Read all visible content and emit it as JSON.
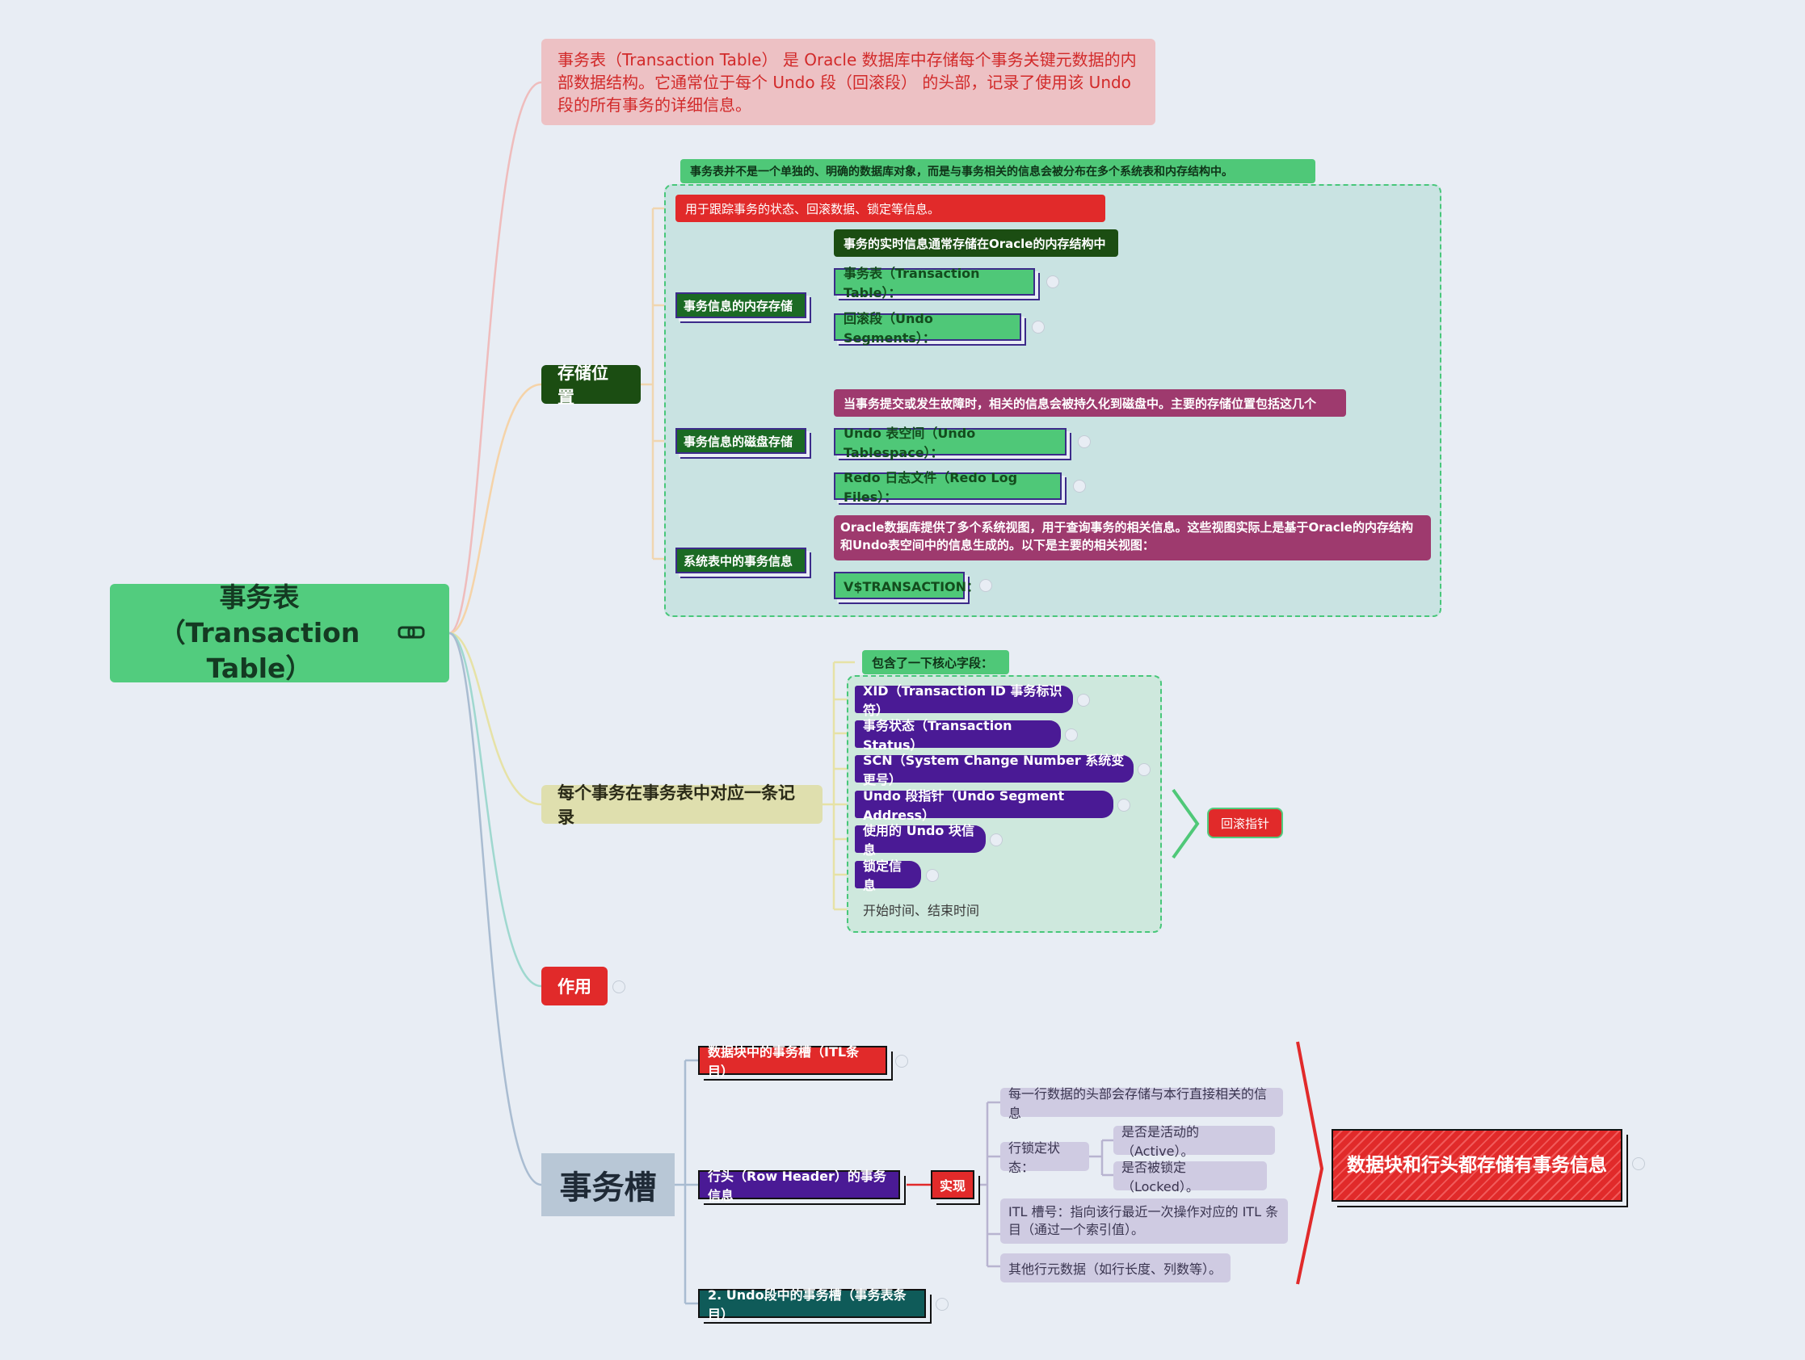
{
  "central": {
    "title": "事务表（Transaction Table）"
  },
  "intro": {
    "text": "事务表（Transaction Table） 是 Oracle 数据库中存储每个事务关键元数据的内部数据结构。它通常位于每个 Undo 段（回滚段） 的头部，记录了使用该 Undo 段的所有事务的详细信息。"
  },
  "storage": {
    "label": "存储位置",
    "note": "事务表并不是一个单独的、明确的数据库对象，而是与事务相关的信息会被分布在多个系统表和内存结构中。",
    "purpose": "用于跟踪事务的状态、回滚数据、锁定等信息。",
    "memory": {
      "label": "事务信息的内存存储",
      "desc": "事务的实时信息通常存储在Oracle的内存结构中",
      "items": [
        "事务表（Transaction Table）：",
        "回滚段（Undo Segments）："
      ]
    },
    "disk": {
      "label": "事务信息的磁盘存储",
      "desc": "当事务提交或发生故障时，相关的信息会被持久化到磁盘中。主要的存储位置包括这几个",
      "items": [
        "Undo 表空间（Undo Tablespace）：",
        "Redo 日志文件（Redo Log Files）："
      ]
    },
    "system": {
      "label": "系统表中的事务信息",
      "desc": "Oracle数据库提供了多个系统视图，用于查询事务的相关信息。这些视图实际上是基于Oracle的内存结构和Undo表空间中的信息生成的。以下是主要的相关视图：",
      "items": [
        "V$TRANSACTION："
      ]
    }
  },
  "record": {
    "label": "每个事务在事务表中对应一条记录",
    "note": "包含了一下核心字段：",
    "fields": [
      "XID（Transaction ID 事务标识符）",
      "事务状态（Transaction Status）",
      "SCN（System Change Number 系统变更号）",
      "Undo 段指针（Undo Segment Address）",
      "使用的 Undo 块信息",
      "锁定信息"
    ],
    "plain_field": "开始时间、结束时间",
    "summary": "回滚指针"
  },
  "role": {
    "label": "作用"
  },
  "slots": {
    "label": "事务槽",
    "itl": "数据块中的事务槽（ITL条目）",
    "row_header": "行头（Row Header）的事务信息",
    "impl": "实现",
    "undo": "2. Undo段中的事务槽（事务表条目）",
    "details": {
      "row_info": "每一行数据的头部会存储与本行直接相关的信息",
      "lock_state": "行锁定状态：",
      "active": "是否是活动的（Active）。",
      "locked": "是否被锁定（Locked）。",
      "itl_no": "ITL 槽号：指向该行最近一次操作对应的 ITL 条目（通过一个索引值）。",
      "other": "其他行元数据（如行长度、列数等）。"
    },
    "summary": "数据块和行头都存储有事务信息"
  },
  "colors": {
    "green": "#52cc7e",
    "dark_green": "#1b4d12",
    "red": "#e12a2a",
    "purple": "#4a1a95",
    "magenta": "#9e3a6e",
    "teal": "#0f5b59"
  }
}
